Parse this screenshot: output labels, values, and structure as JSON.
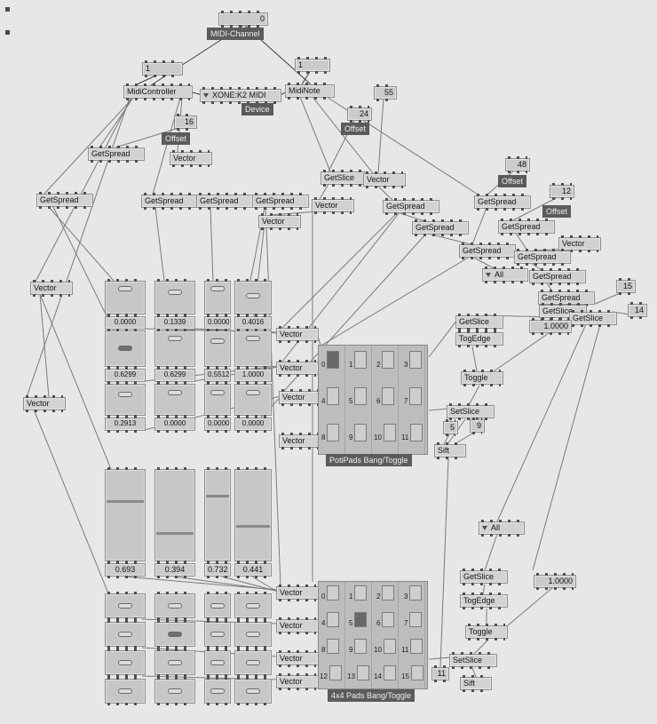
{
  "window": {
    "bg": "#e7e7e7"
  },
  "labels": {
    "midi_channel": "MIDI-Channel",
    "device": "Device",
    "offset": "Offset",
    "potipads": "PotiPads Bang/Toggle",
    "pads4x4": "4x4 Pads Bang/Toggle"
  },
  "nodes": {
    "midicontroller": "MidiController",
    "midinote": "MidiNote",
    "getspread": "GetSpread",
    "getslice": "GetSlice",
    "setslice": "SetSlice",
    "vector": "Vector",
    "togedge": "TogEdge",
    "toggle": "Toggle",
    "sift": "Sift"
  },
  "enums": {
    "device": "XONE:K2 MIDI",
    "all": "All"
  },
  "values": {
    "channel": "0",
    "controller_id": "1",
    "note_id": "1",
    "v55": "55",
    "v24": "24",
    "v16": "16",
    "v48": "48",
    "v12": "12",
    "v15": "15",
    "v14": "14",
    "v5": "5",
    "v9": "9",
    "v11": "11",
    "one_a": "1.0000",
    "one_b": "1.0000"
  },
  "sliders": {
    "bank1_row1": [
      "0.0000",
      "0.1339",
      "0.0000",
      "0.4016"
    ],
    "bank1_row2": [
      "0.6299",
      "0.6299",
      "0.5512",
      "1.0000"
    ],
    "bank1_row3": [
      "0.2913",
      "0.0000",
      "0.0000",
      "0.0000"
    ],
    "big": [
      "0.693",
      "0.394",
      "0.732",
      "0.441"
    ]
  },
  "pads": {
    "poti": [
      "0",
      "1",
      "2",
      "3",
      "4",
      "5",
      "6",
      "7",
      "8",
      "9",
      "10",
      "11"
    ],
    "grid": [
      "0",
      "1",
      "2",
      "3",
      "4",
      "5",
      "6",
      "7",
      "8",
      "9",
      "10",
      "11",
      "12",
      "13",
      "14",
      "15"
    ]
  }
}
